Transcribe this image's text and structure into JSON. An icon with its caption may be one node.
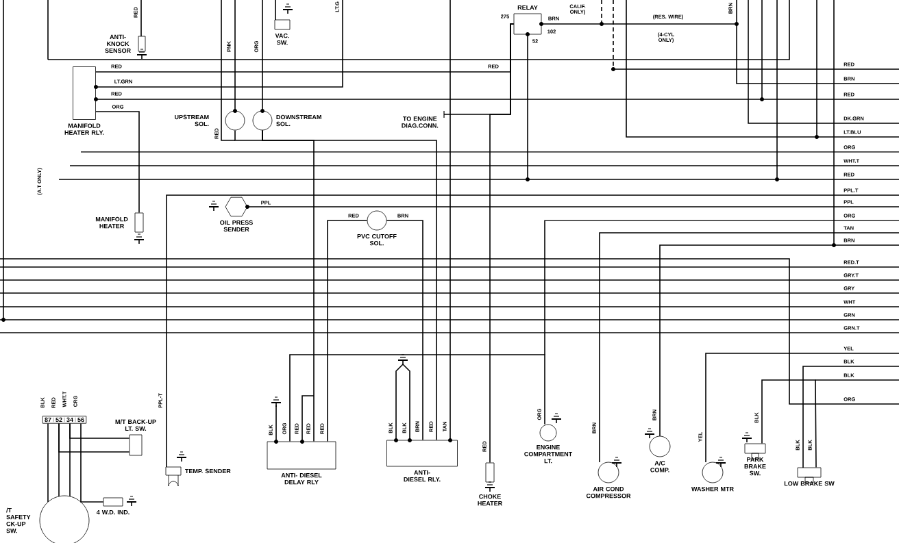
{
  "diagram": {
    "nodes": [
      {
        "text": [
          "ANTI- KNOCK SENSOR"
        ]
      },
      {
        "text": [
          "VAC. SW."
        ]
      },
      {
        "text": [
          "RELAY"
        ]
      },
      {
        "text": [
          "MANIFOLD HEATER RLY."
        ]
      },
      {
        "text": [
          "UPSTREAM SOL."
        ]
      },
      {
        "text": [
          "DOWNSTREAM SOL."
        ]
      },
      {
        "text": [
          "TO ENGINE DIAG.CONN."
        ]
      },
      {
        "text": [
          "MANIFOLD HEATER"
        ]
      },
      {
        "text": [
          "OIL PRESS SENDER"
        ]
      },
      {
        "text": [
          "PVC CUTOFF SOL."
        ]
      },
      {
        "text": [
          "M/T BACK-UP LT. SW."
        ]
      },
      {
        "text": [
          "87",
          "52",
          "34",
          "56"
        ]
      },
      {
        "text": [
          "TEMP. SENDER"
        ]
      },
      {
        "text": [
          "/T SAFETY CK-UP SW."
        ]
      },
      {
        "text": [
          "4 W.D. IND."
        ]
      },
      {
        "text": [
          "ANTI- DIESEL DELAY RLY"
        ]
      },
      {
        "text": [
          "ANTI- DIESEL RLY."
        ]
      },
      {
        "text": [
          "CHOKE HEATER"
        ]
      },
      {
        "text": [
          "ENGINE COMPARTMENT LT."
        ]
      },
      {
        "text": [
          "AIR COND COMPRESSOR"
        ]
      },
      {
        "text": [
          "A/C COMP."
        ]
      },
      {
        "text": [
          "WASHER MTR"
        ]
      },
      {
        "text": [
          "PARK BRAKE SW."
        ]
      },
      {
        "text": [
          "LOW BRAKE SW"
        ]
      }
    ],
    "edges": [
      {
        "from": 3,
        "to": 7,
        "arrow": "none"
      },
      {
        "from": 4,
        "to": 5,
        "arrow": "none"
      },
      {
        "from": 5,
        "to": 15,
        "arrow": "none"
      },
      {
        "from": 5,
        "to": 16,
        "arrow": "none"
      },
      {
        "from": 9,
        "to": 15,
        "arrow": "none"
      },
      {
        "from": 9,
        "to": 16,
        "arrow": "none"
      },
      {
        "from": 15,
        "to": 18,
        "arrow": "none"
      },
      {
        "from": 2,
        "to": 6,
        "arrow": "none"
      },
      {
        "from": 2,
        "to": 17,
        "arrow": "none"
      },
      {
        "from": 11,
        "to": 10,
        "arrow": "none"
      },
      {
        "from": 11,
        "to": 10,
        "arrow": "none"
      },
      {
        "from": 11,
        "to": 13,
        "arrow": "none"
      },
      {
        "from": 11,
        "to": 13,
        "arrow": "none"
      },
      {
        "from": 11,
        "to": 13,
        "arrow": "none"
      },
      {
        "from": 11,
        "to": 14,
        "arrow": "none"
      },
      {
        "from": 22,
        "to": 23,
        "arrow": "none"
      },
      {
        "from": 3,
        "to": 2,
        "arrow": "none"
      }
    ],
    "labels": [
      "RED",
      "LT.G",
      "CALIF. ONLY)",
      "BRN",
      "275",
      "BRN",
      "102",
      "52",
      "(RES. WIRE)",
      "(4-CYL ONLY)",
      "PNK",
      "ORG",
      "RED",
      "LT.GRN",
      "RED",
      "ORG",
      "RED",
      "RED",
      "BRN",
      "RED",
      "RED",
      "DK.GRN",
      "LT.BLU",
      "ORG",
      "WHT.T",
      "RED",
      "PPL.T",
      "PPL",
      "ORG",
      "TAN",
      "BRN",
      "(A.T ONLY)",
      "PPL",
      "RED",
      "BRN",
      "RED.T",
      "GRY.T",
      "GRY",
      "WHT",
      "GRN",
      "GRN.T",
      "YEL",
      "BLK",
      "BLK",
      "ORG",
      "BLK",
      "RED",
      "WHT.T",
      "CRG",
      "PPL-T",
      "BLK",
      "ORG",
      "RED",
      "RED",
      "RED",
      "BLK",
      "BLK",
      "BRN",
      "RED",
      "TAN",
      "RED",
      "ORG",
      "BRN",
      "BRN",
      "YEL",
      "BLK",
      "BLK",
      "BLK"
    ]
  }
}
